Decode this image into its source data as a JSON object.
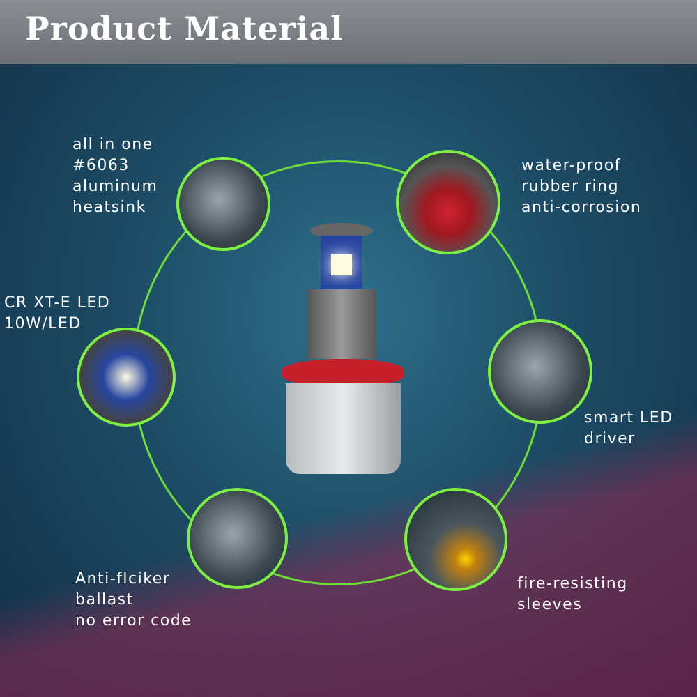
{
  "header": {
    "title": "Product Material"
  },
  "features": [
    {
      "lines": [
        "all in one",
        "#6063",
        "aluminum",
        "heatsink"
      ]
    },
    {
      "lines": [
        "water-proof",
        "rubber ring",
        "anti-corrosion"
      ]
    },
    {
      "lines": [
        "CR XT-E LED",
        "10W/LED"
      ]
    },
    {
      "lines": [
        "smart LED",
        "driver"
      ]
    },
    {
      "lines": [
        "Anti-flciker",
        "ballast",
        "no error code"
      ]
    },
    {
      "lines": [
        "fire-resisting",
        "sleeves"
      ]
    }
  ],
  "colors": {
    "accent": "#7ef044",
    "background": "#1d4c66",
    "header": "#7a7f84"
  }
}
